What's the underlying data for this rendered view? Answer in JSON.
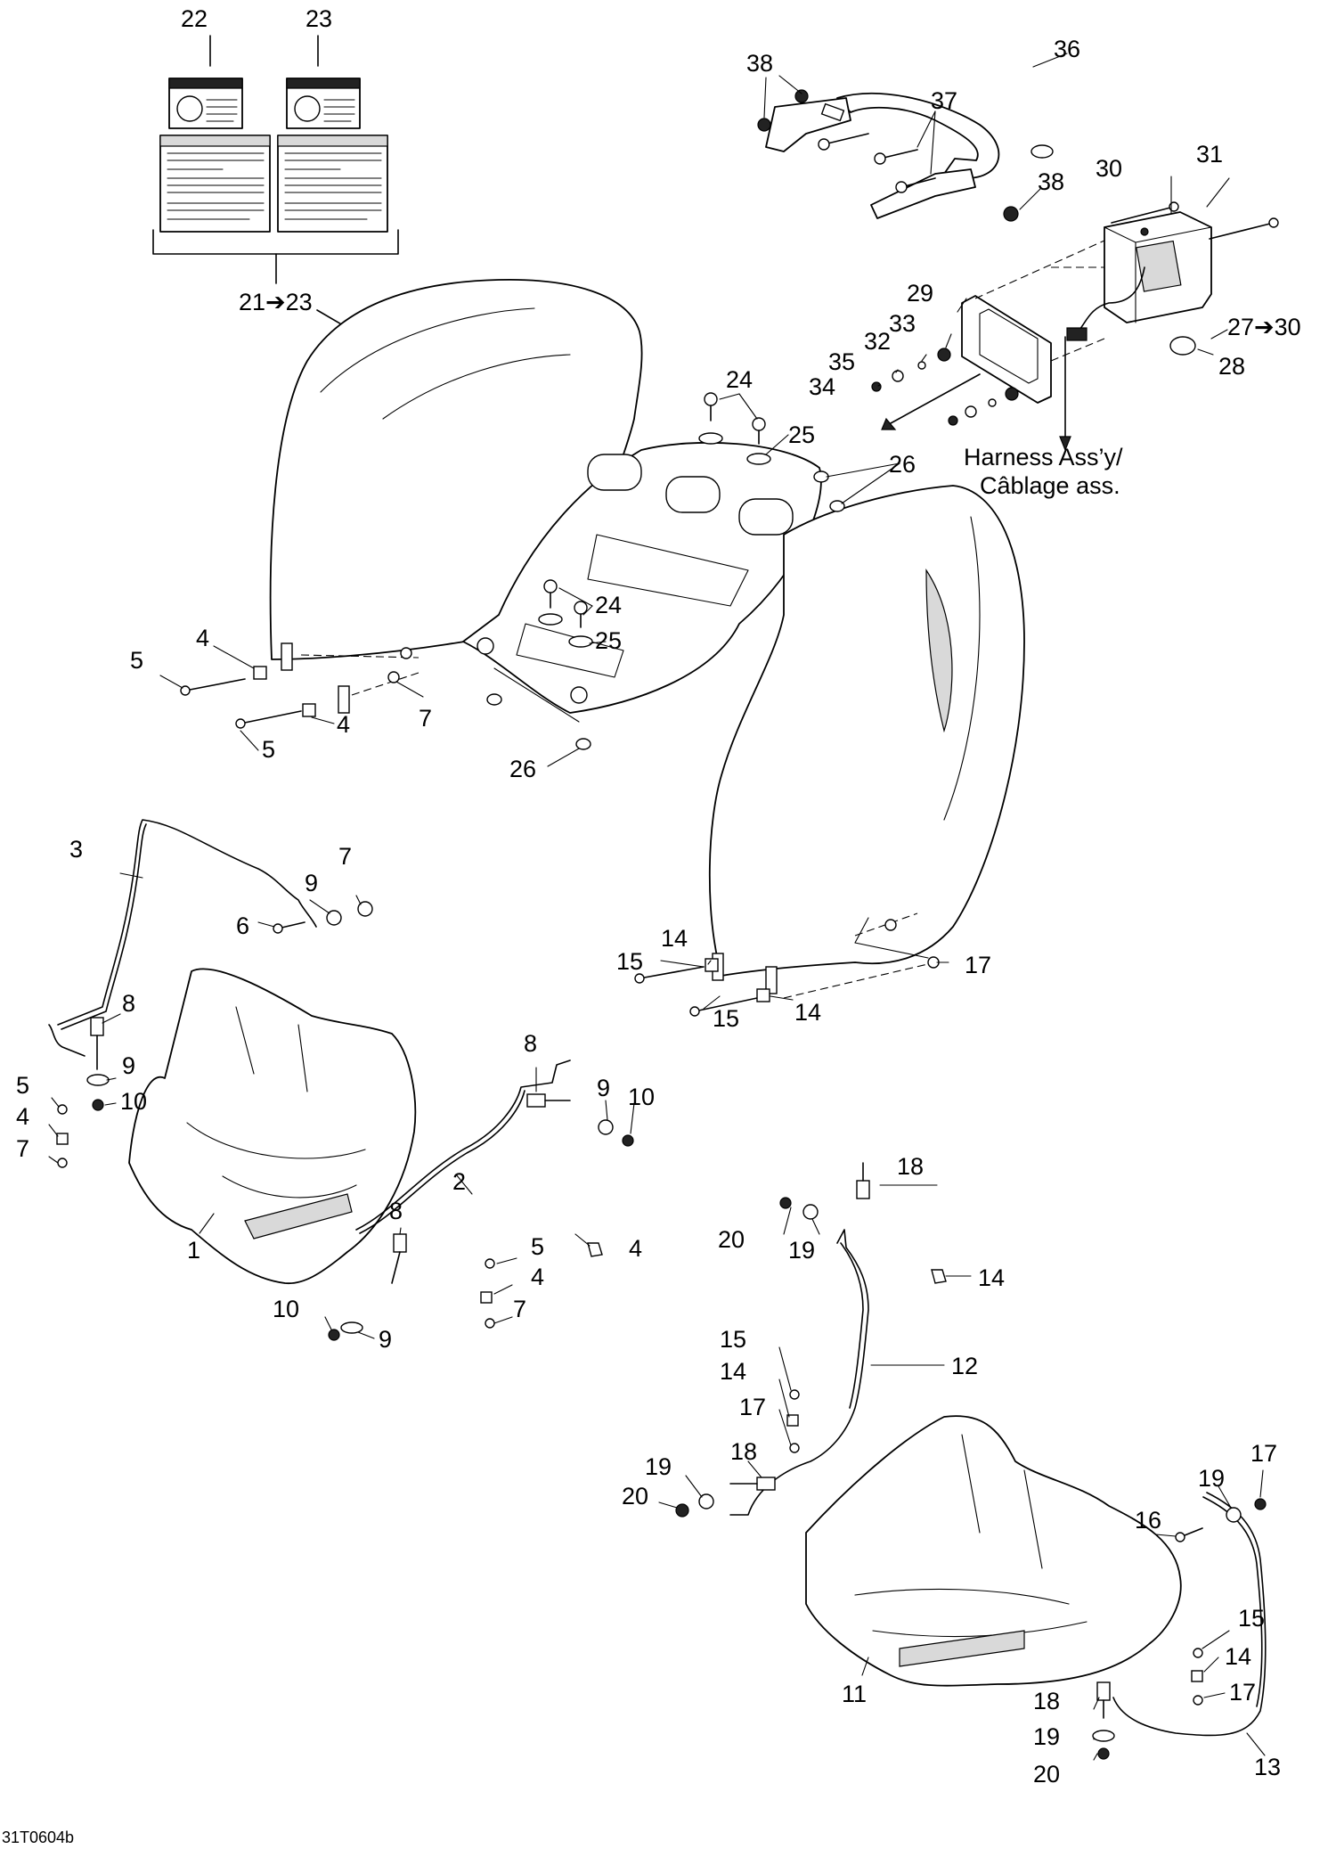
{
  "figure": {
    "drawing_code": "31T0604b",
    "harness_note": [
      "Harness Ass’y/",
      "Câblage ass."
    ]
  },
  "callouts": [
    "22",
    "23",
    "21➔23",
    "36",
    "37",
    "38",
    "38",
    "30",
    "31",
    "27➔30",
    "28",
    "29",
    "33",
    "32",
    "35",
    "34",
    "24",
    "25",
    "26",
    "24",
    "25",
    "26",
    "4",
    "5",
    "5",
    "4",
    "7",
    "3",
    "9",
    "7",
    "6",
    "8",
    "9",
    "10",
    "5",
    "4",
    "7",
    "1",
    "8",
    "9",
    "10",
    "2",
    "4",
    "8",
    "5",
    "4",
    "7",
    "10",
    "9",
    "14",
    "15",
    "17",
    "15",
    "14",
    "18",
    "20",
    "19",
    "14",
    "12",
    "15",
    "14",
    "17",
    "18",
    "19",
    "20",
    "11",
    "16",
    "19",
    "17",
    "15",
    "14",
    "17",
    "18",
    "19",
    "20",
    "13"
  ]
}
